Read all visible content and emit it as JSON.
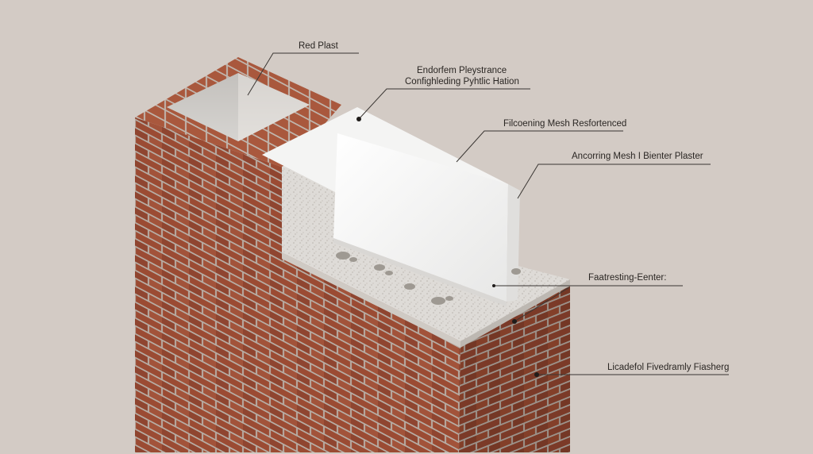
{
  "colors": {
    "background": "#d3cbc5",
    "brick": "#9a4a32",
    "mortar": "#b9aea5",
    "board": "#f1f1f0",
    "plaster": "#e2e0dd",
    "leader": "#3a3633"
  },
  "labels": [
    {
      "id": "red-plast",
      "text": "Red Plast"
    },
    {
      "id": "endorfem",
      "text": "Endorfem Pleystrance"
    },
    {
      "id": "configh",
      "text": "Confighleding Pyhtlic Hation"
    },
    {
      "id": "filcoening",
      "text": "Filcoening Mesh Resfortenced"
    },
    {
      "id": "ancorring",
      "text": "Ancorring Mesh I Bienter Plaster"
    },
    {
      "id": "faatresting",
      "text": "Faatresting-Eenter:"
    },
    {
      "id": "licadefol",
      "text": "Licadefol Fivedramly Fiasherg"
    }
  ]
}
